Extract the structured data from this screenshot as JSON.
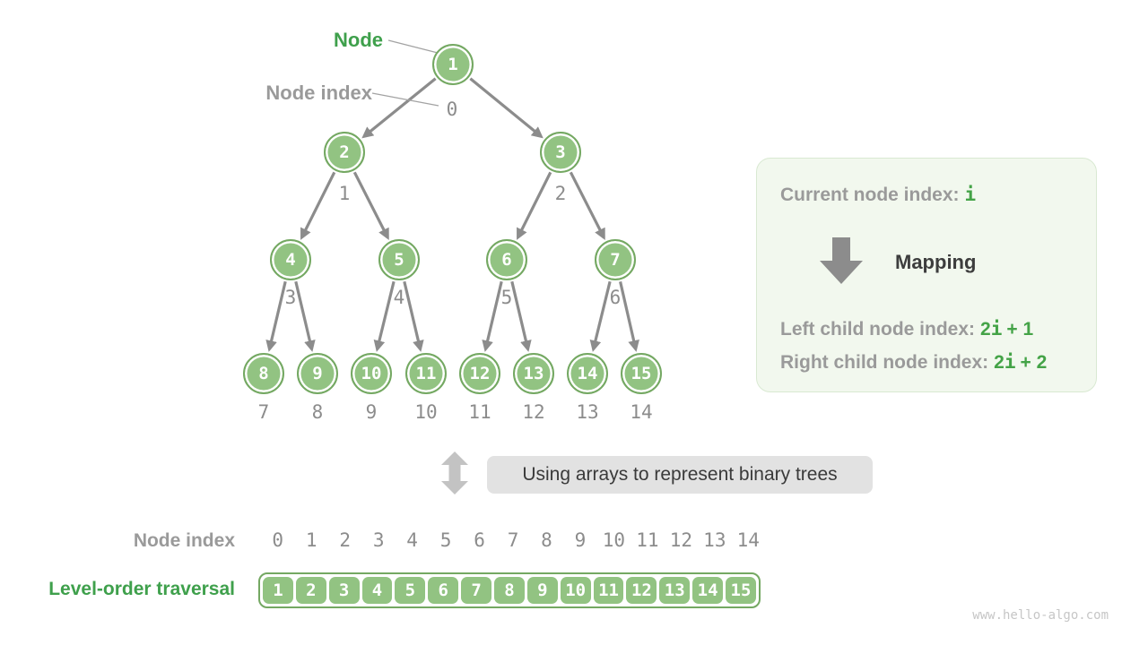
{
  "tree": {
    "node_label": "Node",
    "node_index_label": "Node index",
    "nodes": [
      {
        "value": "1",
        "index": "0"
      },
      {
        "value": "2",
        "index": "1"
      },
      {
        "value": "3",
        "index": "2"
      },
      {
        "value": "4",
        "index": "3"
      },
      {
        "value": "5",
        "index": "4"
      },
      {
        "value": "6",
        "index": "5"
      },
      {
        "value": "7",
        "index": "6"
      },
      {
        "value": "8",
        "index": "7"
      },
      {
        "value": "9",
        "index": "8"
      },
      {
        "value": "10",
        "index": "9"
      },
      {
        "value": "11",
        "index": "10"
      },
      {
        "value": "12",
        "index": "11"
      },
      {
        "value": "13",
        "index": "12"
      },
      {
        "value": "14",
        "index": "13"
      },
      {
        "value": "15",
        "index": "14"
      }
    ]
  },
  "panel": {
    "current": {
      "prefix": "Current node index:",
      "value": "i"
    },
    "mapping_label": "Mapping",
    "left": {
      "prefix": "Left child node index:",
      "coef": "2",
      "var": "i",
      "rest": "+ 1"
    },
    "right": {
      "prefix": "Right child node index:",
      "coef": "2",
      "var": "i",
      "rest": "+ 2"
    }
  },
  "caption": {
    "text": "Using arrays to represent binary trees"
  },
  "array_section": {
    "index_label": "Node index",
    "traversal_label": "Level-order traversal",
    "indices": [
      "0",
      "1",
      "2",
      "3",
      "4",
      "5",
      "6",
      "7",
      "8",
      "9",
      "10",
      "11",
      "12",
      "13",
      "14"
    ],
    "values": [
      "1",
      "2",
      "3",
      "4",
      "5",
      "6",
      "7",
      "8",
      "9",
      "10",
      "11",
      "12",
      "13",
      "14",
      "15"
    ]
  },
  "watermark": "www.hello-algo.com",
  "colors": {
    "node_fill": "#92c382",
    "node_border": "#74a862",
    "green_text": "#3fa04c",
    "formula_green": "#44a347",
    "gray_text": "#9a9a9a",
    "index_gray": "#8c8c8c",
    "dark_text": "#3d3d3d",
    "panel_bg": "#f2f8ee",
    "panel_border": "#d9e9d2",
    "pill_bg": "#e2e2e2",
    "updown_arrow": "#c3c3c3",
    "watermark_gray": "#c6c6c6"
  }
}
